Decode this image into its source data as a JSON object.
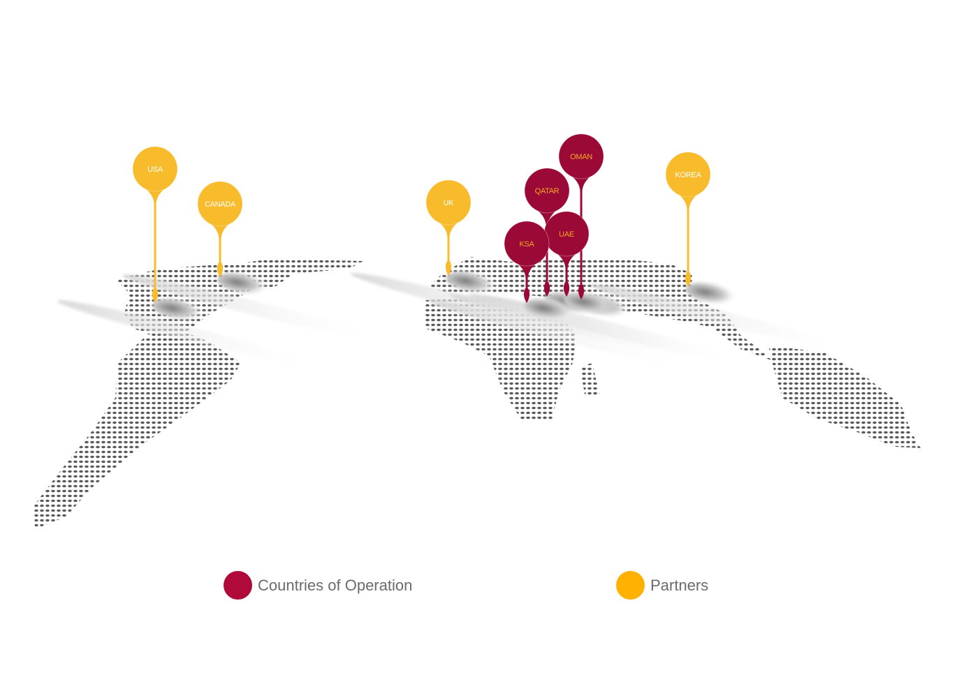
{
  "colors": {
    "operation": "#9b0a36",
    "partner": "#f8bb2c",
    "operation_text": "#f3a726",
    "partner_text": "#ffffff",
    "dots": "#5a5a5a",
    "legend_operation": "#b00a3a",
    "legend_partner": "#ffb000"
  },
  "pins": [
    {
      "label": "USA",
      "type": "partner"
    },
    {
      "label": "CANADA",
      "type": "partner"
    },
    {
      "label": "UK",
      "type": "partner"
    },
    {
      "label": "OMAN",
      "type": "operation"
    },
    {
      "label": "QATAR",
      "type": "operation"
    },
    {
      "label": "UAE",
      "type": "operation"
    },
    {
      "label": "KSA",
      "type": "operation"
    },
    {
      "label": "KOREA",
      "type": "partner"
    }
  ],
  "legend": {
    "operation": "Countries of Operation",
    "partner": "Partners"
  }
}
